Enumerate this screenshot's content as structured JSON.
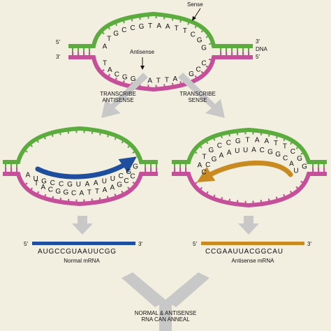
{
  "colors": {
    "background": "#f2efe0",
    "sense_strand": "#5bab3e",
    "antisense_strand": "#c54f98",
    "normal_mrna": "#1f4e9e",
    "antisense_mrna": "#c98a22",
    "process_arrow": "#c8c8c8"
  },
  "top_dna": {
    "sense_label": "Sense",
    "antisense_label": "Antisense",
    "dna_label": "DNA",
    "five_prime": "5′",
    "three_prime": "3′",
    "sense_letters": [
      "A",
      "T",
      "G",
      "C",
      "C",
      "G",
      "T",
      "A",
      "A",
      "T",
      "T",
      "C",
      "G",
      "G"
    ],
    "antisense_letters": [
      "T",
      "A",
      "C",
      "G",
      "G",
      "C",
      "A",
      "T",
      "T",
      "A",
      "A",
      "G",
      "C",
      "C"
    ]
  },
  "steps": {
    "left": [
      "TRANSCRIBE",
      "ANTISENSE"
    ],
    "right": [
      "TRANSCRIBE",
      "SENSE"
    ]
  },
  "left_panel": {
    "rna_letters": [
      "A",
      "U",
      "G",
      "C",
      "C",
      "G",
      "U",
      "A",
      "A",
      "U",
      "U",
      "C",
      "G",
      "G"
    ],
    "template_letters": [
      "T",
      "A",
      "C",
      "G",
      "G",
      "C",
      "A",
      "T",
      "T",
      "A",
      "A",
      "G",
      "C",
      "C"
    ]
  },
  "right_panel": {
    "template_letters": [
      "A",
      "T",
      "G",
      "C",
      "C",
      "G",
      "T",
      "A",
      "A",
      "T",
      "T",
      "C",
      "G",
      "G"
    ],
    "rna_letters": [
      "C",
      "C",
      "G",
      "A",
      "A",
      "U",
      "U",
      "A",
      "C",
      "G",
      "G",
      "C",
      "A",
      "U"
    ]
  },
  "normal_mrna": {
    "five_prime": "5′",
    "three_prime": "3′",
    "sequence": "AUGCCGUAAUUCGG",
    "label": "Normal mRNA"
  },
  "antisense_mrna": {
    "five_prime": "5′",
    "three_prime": "3′",
    "sequence": "CCGAAUUACGGCAU",
    "label": "Antisense mRNA"
  },
  "anneal": [
    "NORMAL & ANTISENSE",
    "RNA CAN ANNEAL"
  ]
}
